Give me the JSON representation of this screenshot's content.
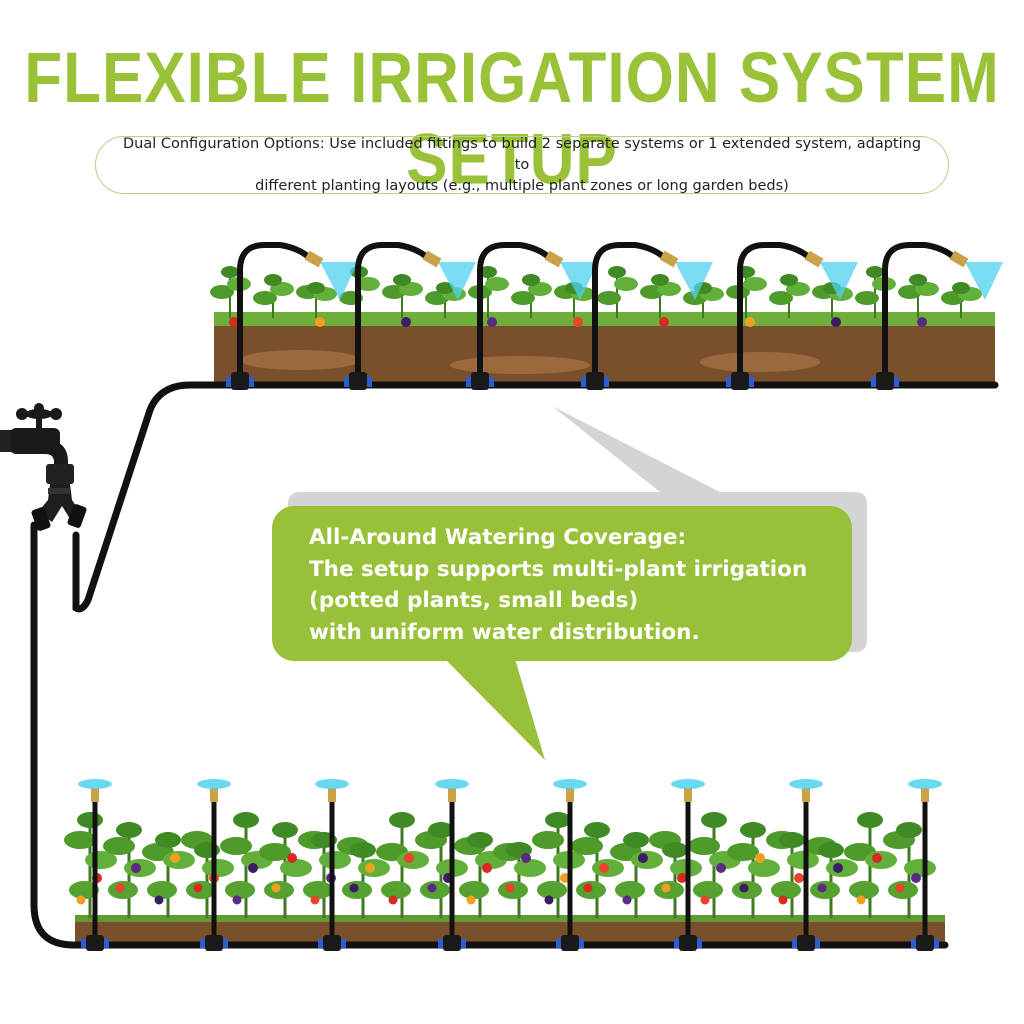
{
  "title": "FLEXIBLE IRRIGATION SYSTEM SETUP",
  "subtitle": {
    "line1": "Dual Configuration Options: Use included fittings to build 2 separate systems or 1 extended system, adapting to",
    "line2": "different planting layouts (e.g., multiple plant zones or long garden beds)"
  },
  "callout": {
    "line1": "All-Around Watering Coverage:",
    "line2": "The setup supports multi-plant irrigation",
    "line3": "(potted plants, small beds)",
    "line4": "with uniform water distribution."
  },
  "colors": {
    "accent_green": "#9ac238",
    "callout_green": "#98c139",
    "soil_brown": "#7a4f2c",
    "hose_black": "#111111",
    "mist_blue": "#4fd2ef",
    "fitting_blue": "#2a5ed6",
    "brass": "#c9a24a"
  },
  "icons": [
    "water-faucet-icon",
    "y-splitter-icon",
    "sprinkler-head-icon",
    "tee-fitting-icon",
    "plant-icon"
  ]
}
